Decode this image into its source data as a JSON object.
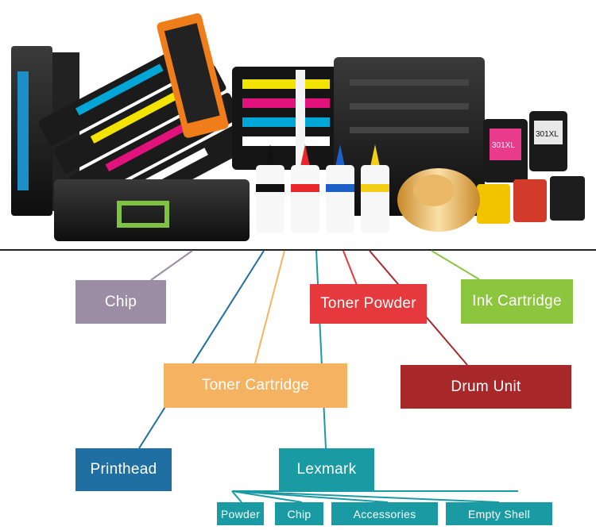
{
  "diagram": {
    "nodes": [
      {
        "id": "chip",
        "label": "Chip",
        "color": "#9b8ea4"
      },
      {
        "id": "toner-powder",
        "label": "Toner Powder",
        "color": "#e5393e"
      },
      {
        "id": "ink-cartridge",
        "label": "Ink Cartridge",
        "color": "#8cc63f"
      },
      {
        "id": "toner-cartridge",
        "label": "Toner Cartridge",
        "color": "#f5b362"
      },
      {
        "id": "drum-unit",
        "label": "Drum Unit",
        "color": "#a8282a"
      },
      {
        "id": "printhead",
        "label": "Printhead",
        "color": "#1f6fa3"
      },
      {
        "id": "lexmark",
        "label": "Lexmark",
        "color": "#1a9ba3"
      },
      {
        "id": "powder",
        "label": "Powder",
        "color": "#1a9ba3"
      },
      {
        "id": "chip-sub",
        "label": "Chip",
        "color": "#1a9ba3"
      },
      {
        "id": "accessories",
        "label": "Accessories",
        "color": "#1a9ba3"
      },
      {
        "id": "empty-shell",
        "label": "Empty Shell",
        "color": "#1a9ba3"
      }
    ]
  },
  "hero_image": {
    "products": [
      "drum-unit",
      "toner-cartridges",
      "toner-cartridge-set",
      "toner-bottles",
      "ink-cartridges",
      "waste-toner-box"
    ],
    "bottle_colors": [
      "#111111",
      "#e8262b",
      "#1e5fc8",
      "#f4cf17"
    ],
    "cartridge_label_colors": [
      "#00a6d6",
      "#f2e400",
      "#e2127c",
      "#ffffff"
    ],
    "ink_labels": [
      "301XL",
      "301XL"
    ]
  }
}
